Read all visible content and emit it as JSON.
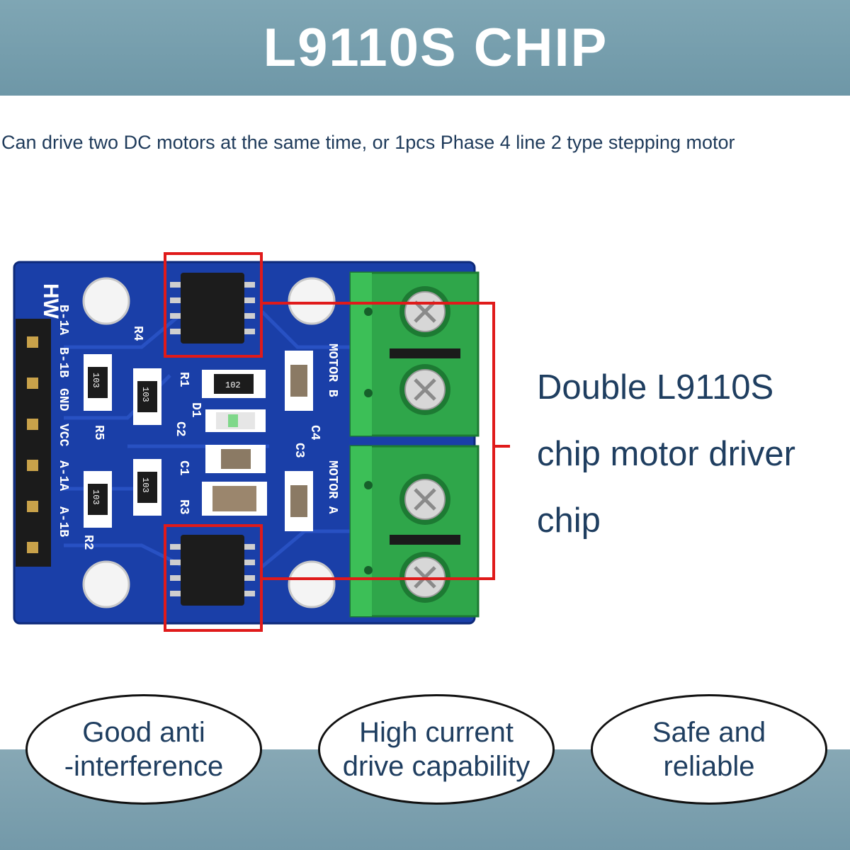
{
  "header": {
    "title": "L9110S CHIP"
  },
  "subtitle": "Can drive two DC motors at the same time, or 1pcs Phase 4 line 2 type stepping motor",
  "callout": {
    "line1": "Double L9110S",
    "line2": "chip motor driver",
    "line3": "chip"
  },
  "board": {
    "logo": "HW",
    "pin_labels": [
      "B-1A",
      "B-1B",
      "GND",
      "VCC",
      "A-1A",
      "A-1B"
    ],
    "silkscreen": {
      "r1": "R1",
      "r2": "R2",
      "r3": "R3",
      "r4": "R4",
      "r5": "R5",
      "c1": "C1",
      "c2": "C2",
      "c3": "C3",
      "c4": "C4",
      "d1": "D1",
      "motor_b": "MOTOR B",
      "motor_a": "MOTOR A"
    },
    "resistor_codes": {
      "r103": "103",
      "r102": "102"
    },
    "colors": {
      "pcb": "#1a3fa8",
      "terminal": "#2fa64a",
      "highlight": "#e01a1a"
    }
  },
  "features": [
    {
      "line1": "Good anti",
      "line2": "-interference"
    },
    {
      "line1": "High current",
      "line2": "drive capability"
    },
    {
      "line1": "Safe and",
      "line2": "reliable"
    }
  ],
  "colors": {
    "banner": "#7aa1b0",
    "text": "#1f3e60"
  }
}
